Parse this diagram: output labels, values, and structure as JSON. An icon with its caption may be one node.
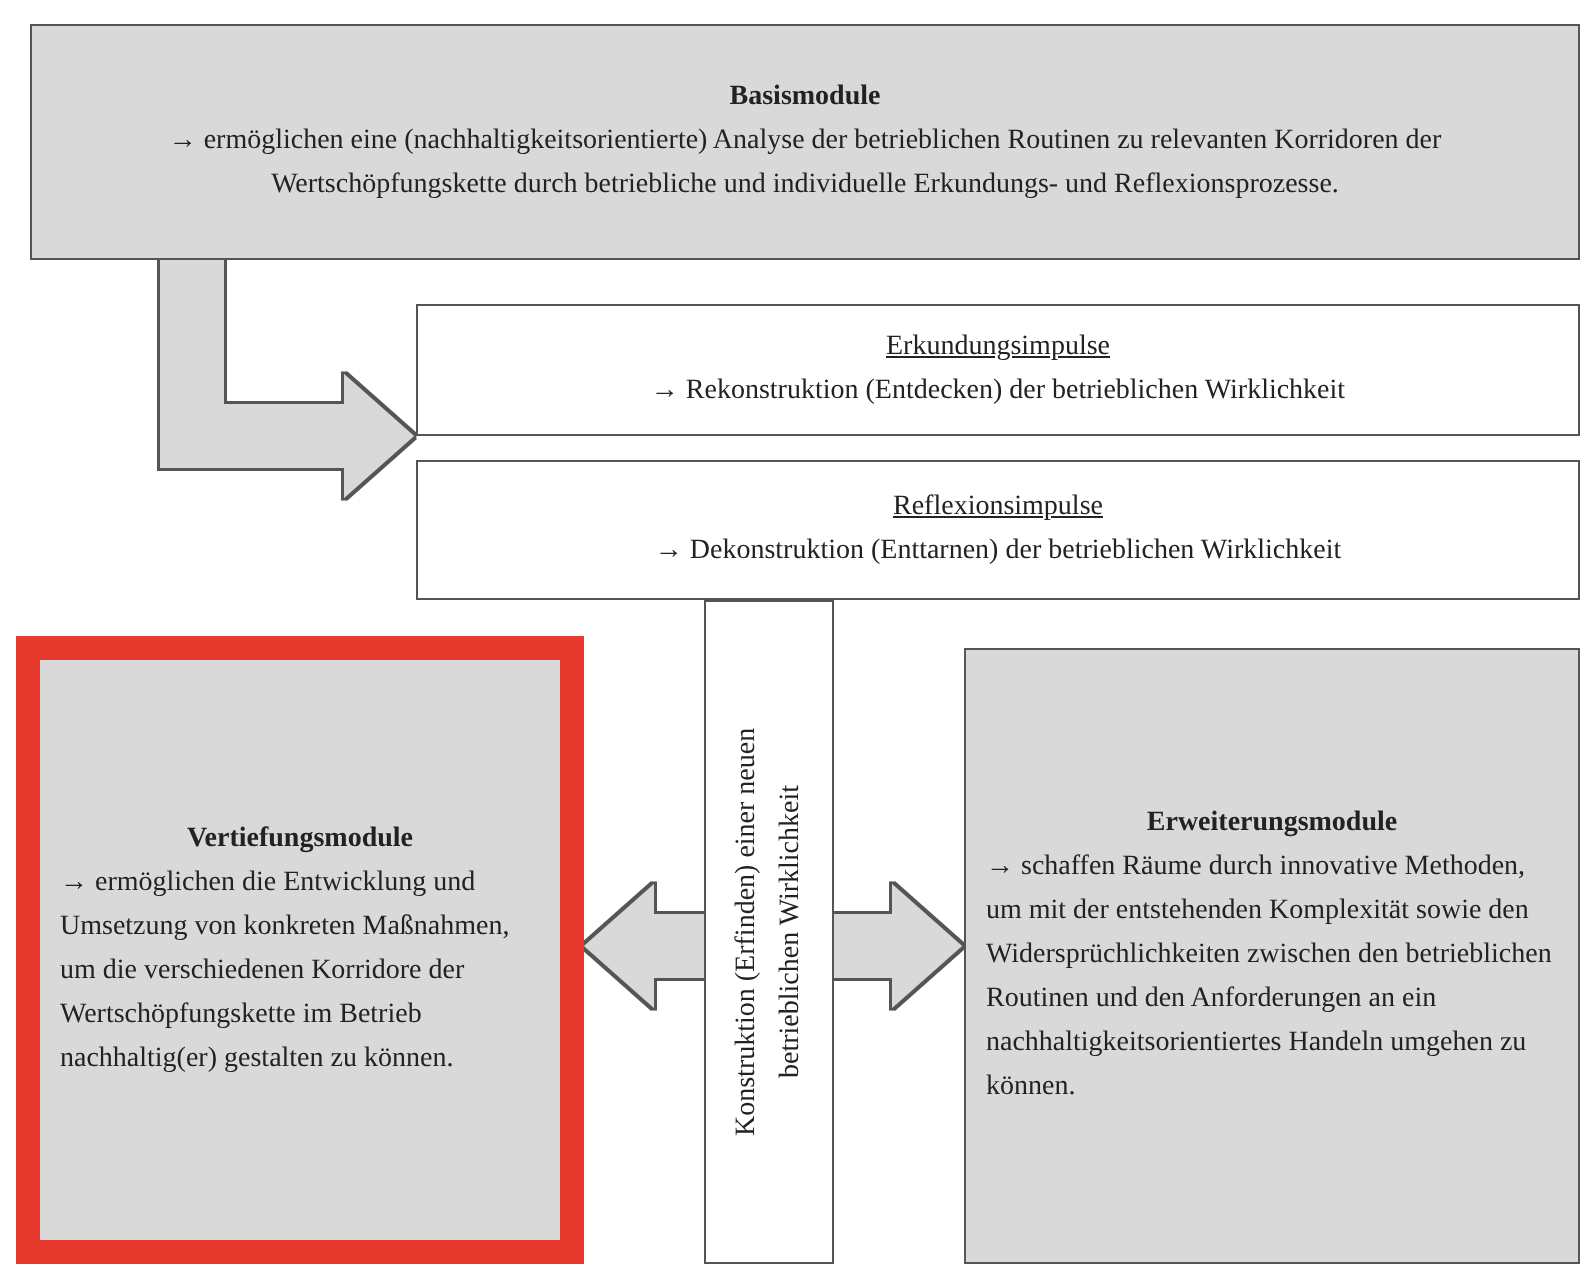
{
  "diagram": {
    "nodes": [
      {
        "text": [
          "Basismodule",
          "→ ermöglichen eine (nachhaltigkeitsorientierte) Analyse der betrieblichen Routinen zu relevanten Korridoren der Wertschöpfungskette durch betriebliche und individuelle Erkundungs- und Reflexionsprozesse."
        ]
      },
      {
        "text": [
          "Erkundungsimpulse",
          "→ Rekonstruktion (Entdecken) der betrieblichen Wirklichkeit"
        ]
      },
      {
        "text": [
          "Reflexionsimpulse",
          "→ Dekonstruktion (Enttarnen) der betrieblichen Wirklichkeit"
        ]
      },
      {
        "text": [
          "Vertiefungsmodule",
          "→ ermöglichen die Entwicklung und Umsetzung von konkreten Maßnahmen, um die verschiedenen Korridore der Wertschöpfungskette im Betrieb nachhaltig(er) gestalten zu können."
        ]
      },
      {
        "text": [
          "Konstruktion (Erfinden) einer neuen betrieblichen Wirklichkeit"
        ]
      },
      {
        "text": [
          "Erweiterungsmodule",
          "→ schaffen Räume durch innovative Methoden, um mit der entstehenden Komplexität sowie den Widersprüchlichkeiten zwischen den betrieblichen Routinen und den Anforderungen an ein nachhaltigkeitsorientiertes Handeln umgehen zu können."
        ]
      }
    ],
    "edges": [
      {
        "from": 0,
        "to": 1,
        "arrow": "to"
      },
      {
        "from": 4,
        "to": 3,
        "arrow": "to"
      },
      {
        "from": 4,
        "to": 5,
        "arrow": "to"
      }
    ]
  }
}
